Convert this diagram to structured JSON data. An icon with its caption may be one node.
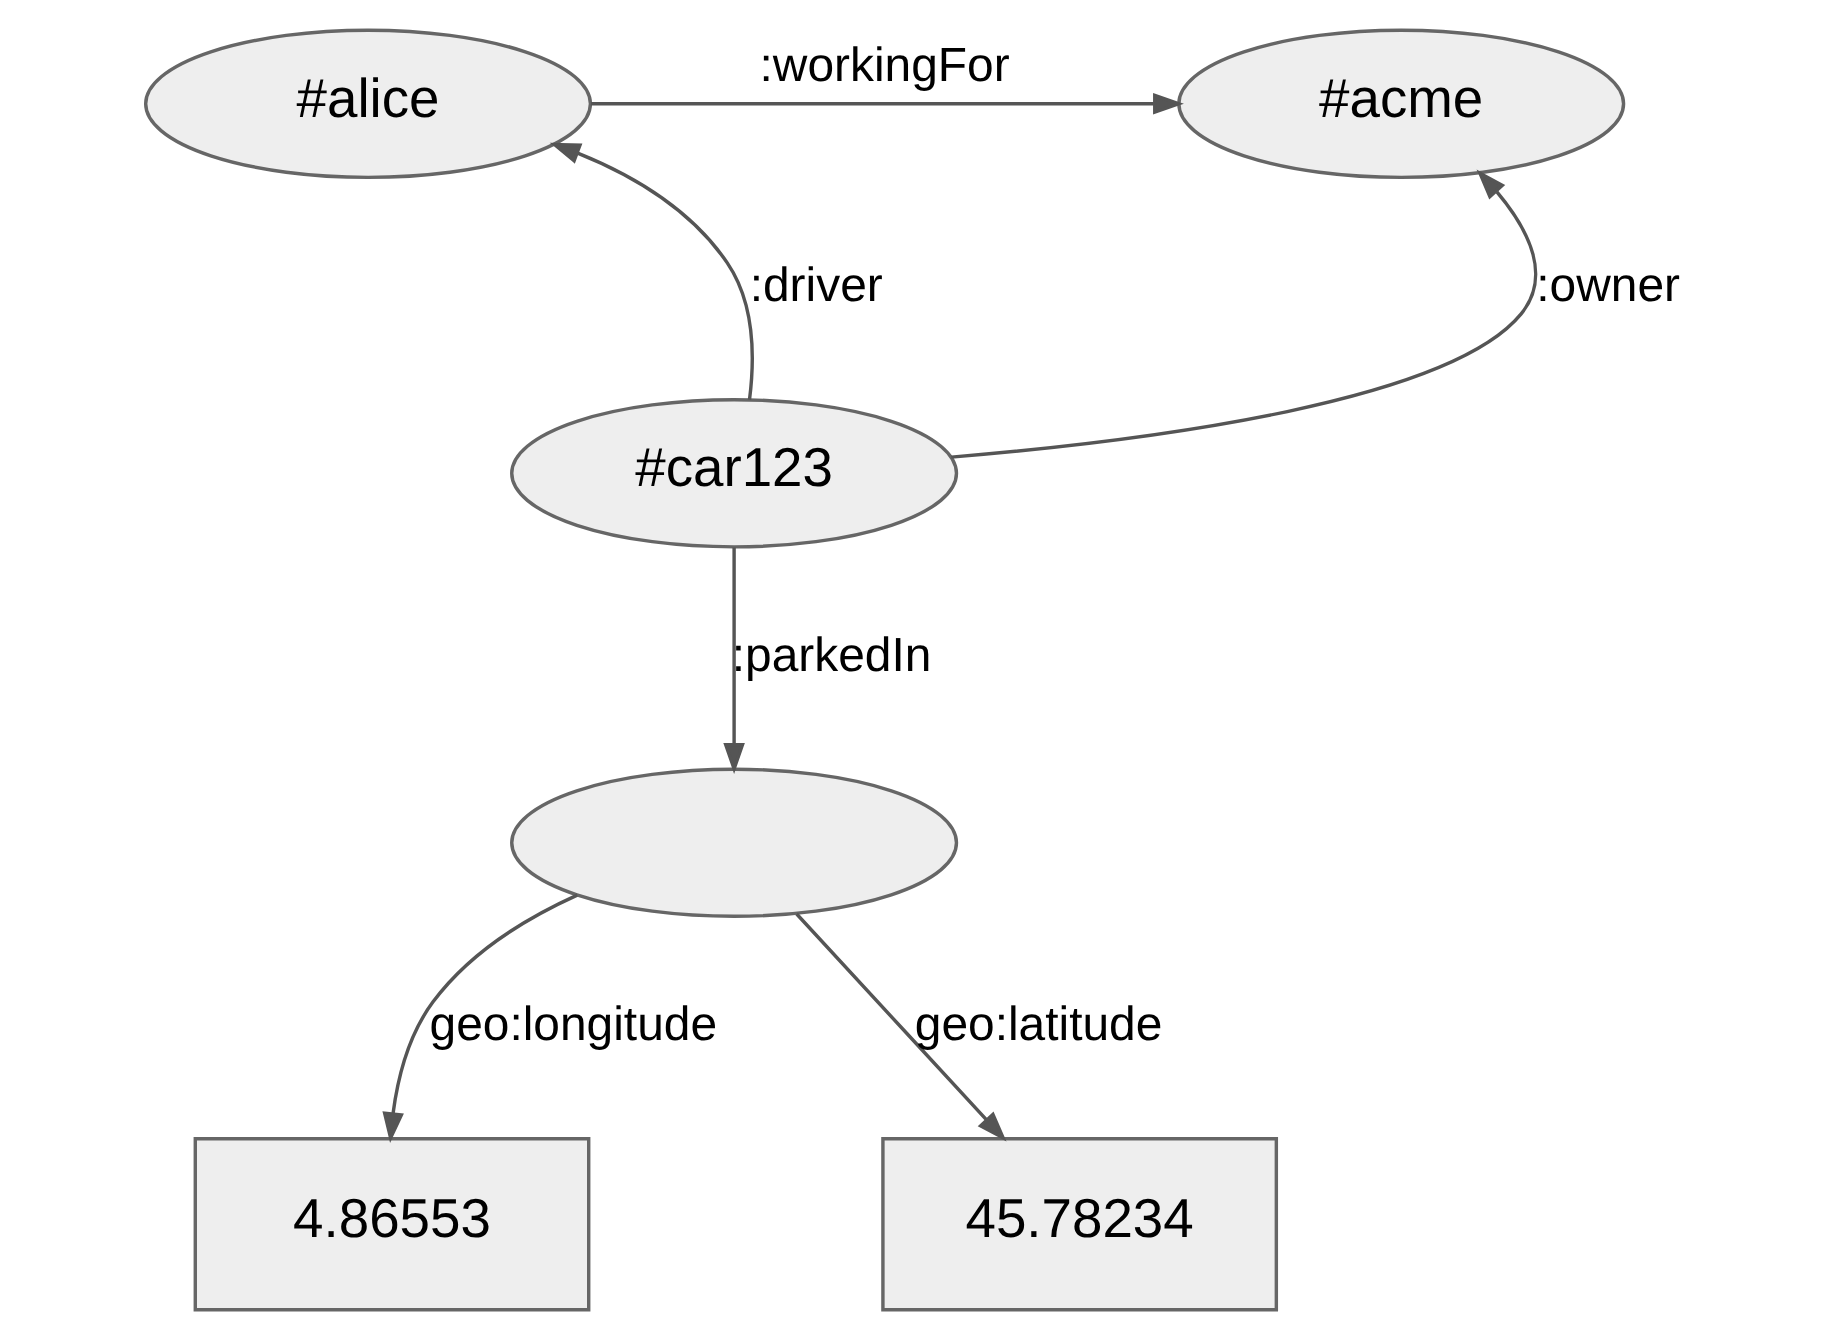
{
  "diagram": {
    "nodes": [
      {
        "text": [
          "#alice"
        ]
      },
      {
        "text": [
          "#acme"
        ]
      },
      {
        "text": [
          "#car123"
        ]
      },
      {
        "text": [],
        "shape": "ellipse"
      },
      {
        "text": [
          "4.86553"
        ]
      },
      {
        "text": [
          "45.78234"
        ]
      }
    ],
    "edges": [
      {
        "from": 0,
        "to": 1,
        "arrow": "to",
        "label": ":workingFor"
      },
      {
        "from": 2,
        "to": 0,
        "arrow": "to",
        "label": ":driver"
      },
      {
        "from": 2,
        "to": 1,
        "arrow": "to",
        "label": ":owner"
      },
      {
        "from": 2,
        "to": 3,
        "arrow": "to",
        "label": ":parkedIn"
      },
      {
        "from": 3,
        "to": 4,
        "arrow": "to",
        "label": "geo:longitude"
      },
      {
        "from": 3,
        "to": 5,
        "arrow": "to",
        "label": "geo:latitude"
      }
    ]
  }
}
